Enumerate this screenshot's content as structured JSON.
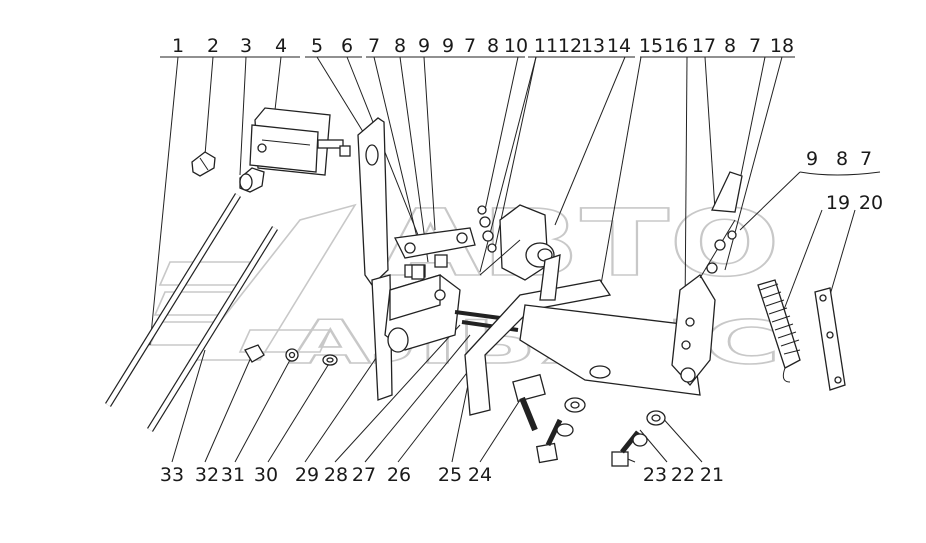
{
  "watermark": {
    "top": "АВТО",
    "bottom": "АЛЬЯНС"
  },
  "top_labels": [
    "1",
    "2",
    "3",
    "4",
    "5",
    "6",
    "7",
    "8",
    "9",
    "9",
    "7",
    "8",
    "10",
    "11",
    "12",
    "13",
    "14",
    "15",
    "16",
    "17",
    "8",
    "7",
    "18"
  ],
  "side_labels": [
    "9",
    "8",
    "7",
    "19",
    "20"
  ],
  "bottom_labels": [
    "33",
    "32",
    "31",
    "30",
    "29",
    "28",
    "27",
    "26",
    "25",
    "24",
    "23",
    "22",
    "21"
  ]
}
